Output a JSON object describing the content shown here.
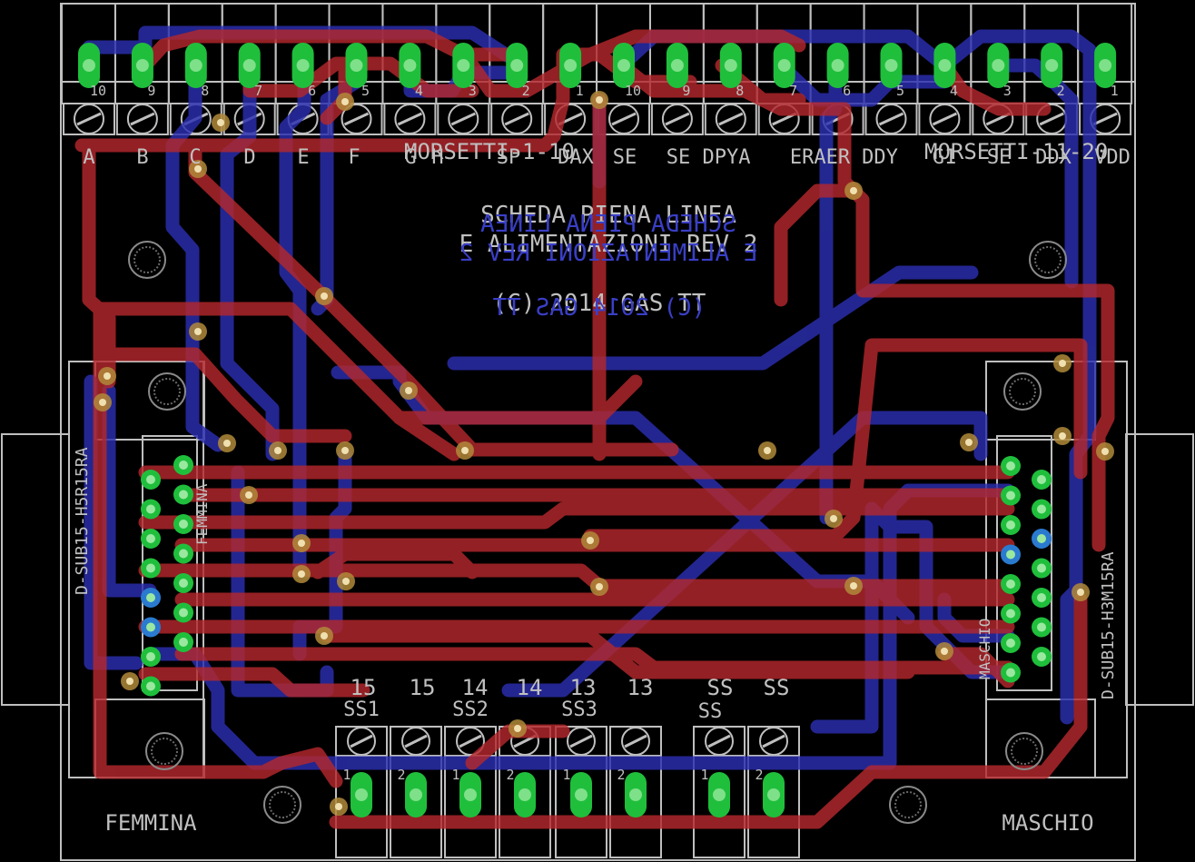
{
  "board": {
    "title_line1": "SCHEDA PIENA LINEA",
    "title_line2": "E ALIMENTAZIONI REV 2",
    "copyright": "(C) 2014 GAS TT",
    "mirrored_line1": "SCHEDA PIENA LINEA",
    "mirrored_line2": "E ALIMENTAZIONI REV 2",
    "mirrored_copyright": "(C) 2014 GAS TT"
  },
  "terminals": {
    "left_name": "MORSETTI-1-10",
    "right_name": "MORSETTI-11-20",
    "left_numbers": [
      "10",
      "9",
      "8",
      "7",
      "6",
      "5",
      "4",
      "3",
      "2",
      "1"
    ],
    "right_numbers": [
      "10",
      "9",
      "8",
      "7",
      "6",
      "5",
      "4",
      "3",
      "2",
      "1"
    ],
    "signal_labels": [
      "A",
      "B",
      "C",
      "D",
      "E",
      "F",
      "G",
      "H",
      "SP",
      "DAX",
      "SE",
      "SE",
      "DPYA",
      "ERAER",
      "DDY",
      "G1",
      "SE",
      "DDX",
      "VDD"
    ]
  },
  "connectors": {
    "left_part": "D-SUB15-H5R15RA",
    "left_gender": "FEMMINA",
    "left_caption": "FEMMINA",
    "right_part": "D-SUB15-H3M15RA",
    "right_gender": "MASCHIO",
    "right_caption": "MASCHIO"
  },
  "bottom_terminals": {
    "labels_top": [
      "15",
      "15",
      "14",
      "14",
      "13",
      "13",
      "SS",
      "SS"
    ],
    "block_names": [
      "SS1",
      "SS2",
      "SS3",
      "SS"
    ],
    "pin_labels": [
      "1",
      "2",
      "1",
      "2",
      "1",
      "2",
      "1",
      "2"
    ]
  },
  "colors": {
    "background": "#000000",
    "top_copper": "#b4282d",
    "bottom_copper": "#2b2fb0",
    "pad": "#1fbf3c",
    "outline": "#bfbfbf",
    "text_top": "#c0c0c0",
    "text_bottom": "#3a3fc8"
  }
}
